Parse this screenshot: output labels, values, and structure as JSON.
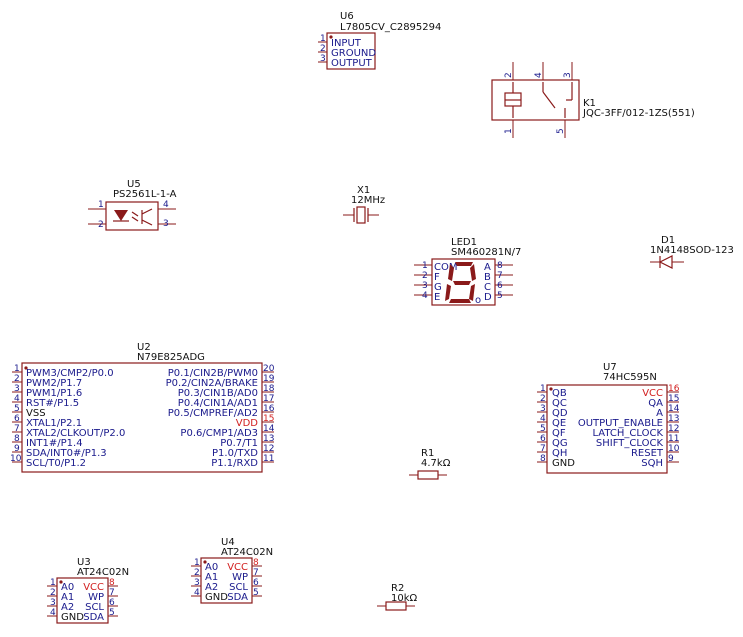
{
  "colors": {
    "body_stroke": "#8a1a1a",
    "pin_text": "#1a1a8c",
    "power_text": "#d22020",
    "ground_text": "#111111",
    "background": "#ffffff"
  },
  "u6": {
    "designator": "U6",
    "value": "L7805CV_C2895294",
    "pins": [
      {
        "num": "1",
        "name": "INPUT"
      },
      {
        "num": "2",
        "name": "GROUND"
      },
      {
        "num": "3",
        "name": "OUTPUT"
      }
    ]
  },
  "k1": {
    "designator": "K1",
    "value": "JQC-3FF/012-1ZS(551)",
    "pins_top": [
      "2",
      "4",
      "3"
    ],
    "pins_bottom": [
      "1",
      "5"
    ]
  },
  "u5": {
    "designator": "U5",
    "value": "PS2561L-1-A",
    "pins": [
      "1",
      "2",
      "3",
      "4"
    ]
  },
  "x1": {
    "designator": "X1",
    "value": "12MHz"
  },
  "led1": {
    "designator": "LED1",
    "value": "SM460281N/7",
    "left": [
      {
        "num": "1",
        "name": "COM"
      },
      {
        "num": "2",
        "name": "F"
      },
      {
        "num": "3",
        "name": "G"
      },
      {
        "num": "4",
        "name": "E"
      }
    ],
    "right": [
      {
        "num": "8",
        "name": "A"
      },
      {
        "num": "7",
        "name": "B"
      },
      {
        "num": "6",
        "name": "C"
      },
      {
        "num": "5",
        "name": "D"
      }
    ],
    "dp_label": "o"
  },
  "d1": {
    "designator": "D1",
    "value": "1N4148SOD-123"
  },
  "u2": {
    "designator": "U2",
    "value": "N79E825ADG",
    "left": [
      {
        "num": "1",
        "name": "PWM3/CMP2/P0.0"
      },
      {
        "num": "2",
        "name": "PWM2/P1.7"
      },
      {
        "num": "3",
        "name": "PWM1/P1.6"
      },
      {
        "num": "4",
        "name": "RST#/P1.5"
      },
      {
        "num": "5",
        "name": "VSS"
      },
      {
        "num": "6",
        "name": "XTAL1/P2.1"
      },
      {
        "num": "7",
        "name": "XTAL2/CLKOUT/P2.0"
      },
      {
        "num": "8",
        "name": "INT1#/P1.4"
      },
      {
        "num": "9",
        "name": "SDA/INT0#/P1.3"
      },
      {
        "num": "10",
        "name": "SCL/T0/P1.2"
      }
    ],
    "right": [
      {
        "num": "20",
        "name": "P0.1/CIN2B/PWM0"
      },
      {
        "num": "19",
        "name": "P0.2/CIN2A/BRAKE"
      },
      {
        "num": "18",
        "name": "P0.3/CIN1B/AD0"
      },
      {
        "num": "17",
        "name": "P0.4/CIN1A/AD1"
      },
      {
        "num": "16",
        "name": "P0.5/CMPREF/AD2"
      },
      {
        "num": "15",
        "name": "VDD"
      },
      {
        "num": "14",
        "name": "P0.6/CMP1/AD3"
      },
      {
        "num": "13",
        "name": "P0.7/T1"
      },
      {
        "num": "12",
        "name": "P1.0/TXD"
      },
      {
        "num": "11",
        "name": "P1.1/RXD"
      }
    ]
  },
  "u7": {
    "designator": "U7",
    "value": "74HC595N",
    "left": [
      {
        "num": "1",
        "name": "QB"
      },
      {
        "num": "2",
        "name": "QC"
      },
      {
        "num": "3",
        "name": "QD"
      },
      {
        "num": "4",
        "name": "QE"
      },
      {
        "num": "5",
        "name": "QF"
      },
      {
        "num": "6",
        "name": "QG"
      },
      {
        "num": "7",
        "name": "QH"
      },
      {
        "num": "8",
        "name": "GND"
      }
    ],
    "right": [
      {
        "num": "16",
        "name": "VCC"
      },
      {
        "num": "15",
        "name": "QA"
      },
      {
        "num": "14",
        "name": "A"
      },
      {
        "num": "13",
        "name": "OUTPUT_ENABLE"
      },
      {
        "num": "12",
        "name": "LATCH_CLOCK"
      },
      {
        "num": "11",
        "name": "SHIFT_CLOCK"
      },
      {
        "num": "10",
        "name": "RESET"
      },
      {
        "num": "9",
        "name": "SQH"
      }
    ]
  },
  "r1": {
    "designator": "R1",
    "value": "4.7kΩ"
  },
  "r2": {
    "designator": "R2",
    "value": "10kΩ"
  },
  "u3": {
    "designator": "U3",
    "value": "AT24C02N",
    "left": [
      {
        "num": "1",
        "name": "A0"
      },
      {
        "num": "2",
        "name": "A1"
      },
      {
        "num": "3",
        "name": "A2"
      },
      {
        "num": "4",
        "name": "GND"
      }
    ],
    "right": [
      {
        "num": "8",
        "name": "VCC"
      },
      {
        "num": "7",
        "name": "WP"
      },
      {
        "num": "6",
        "name": "SCL"
      },
      {
        "num": "5",
        "name": "SDA"
      }
    ]
  },
  "u4": {
    "designator": "U4",
    "value": "AT24C02N",
    "left": [
      {
        "num": "1",
        "name": "A0"
      },
      {
        "num": "2",
        "name": "A1"
      },
      {
        "num": "3",
        "name": "A2"
      },
      {
        "num": "4",
        "name": "GND"
      }
    ],
    "right": [
      {
        "num": "8",
        "name": "VCC"
      },
      {
        "num": "7",
        "name": "WP"
      },
      {
        "num": "6",
        "name": "SCL"
      },
      {
        "num": "5",
        "name": "SDA"
      }
    ]
  }
}
